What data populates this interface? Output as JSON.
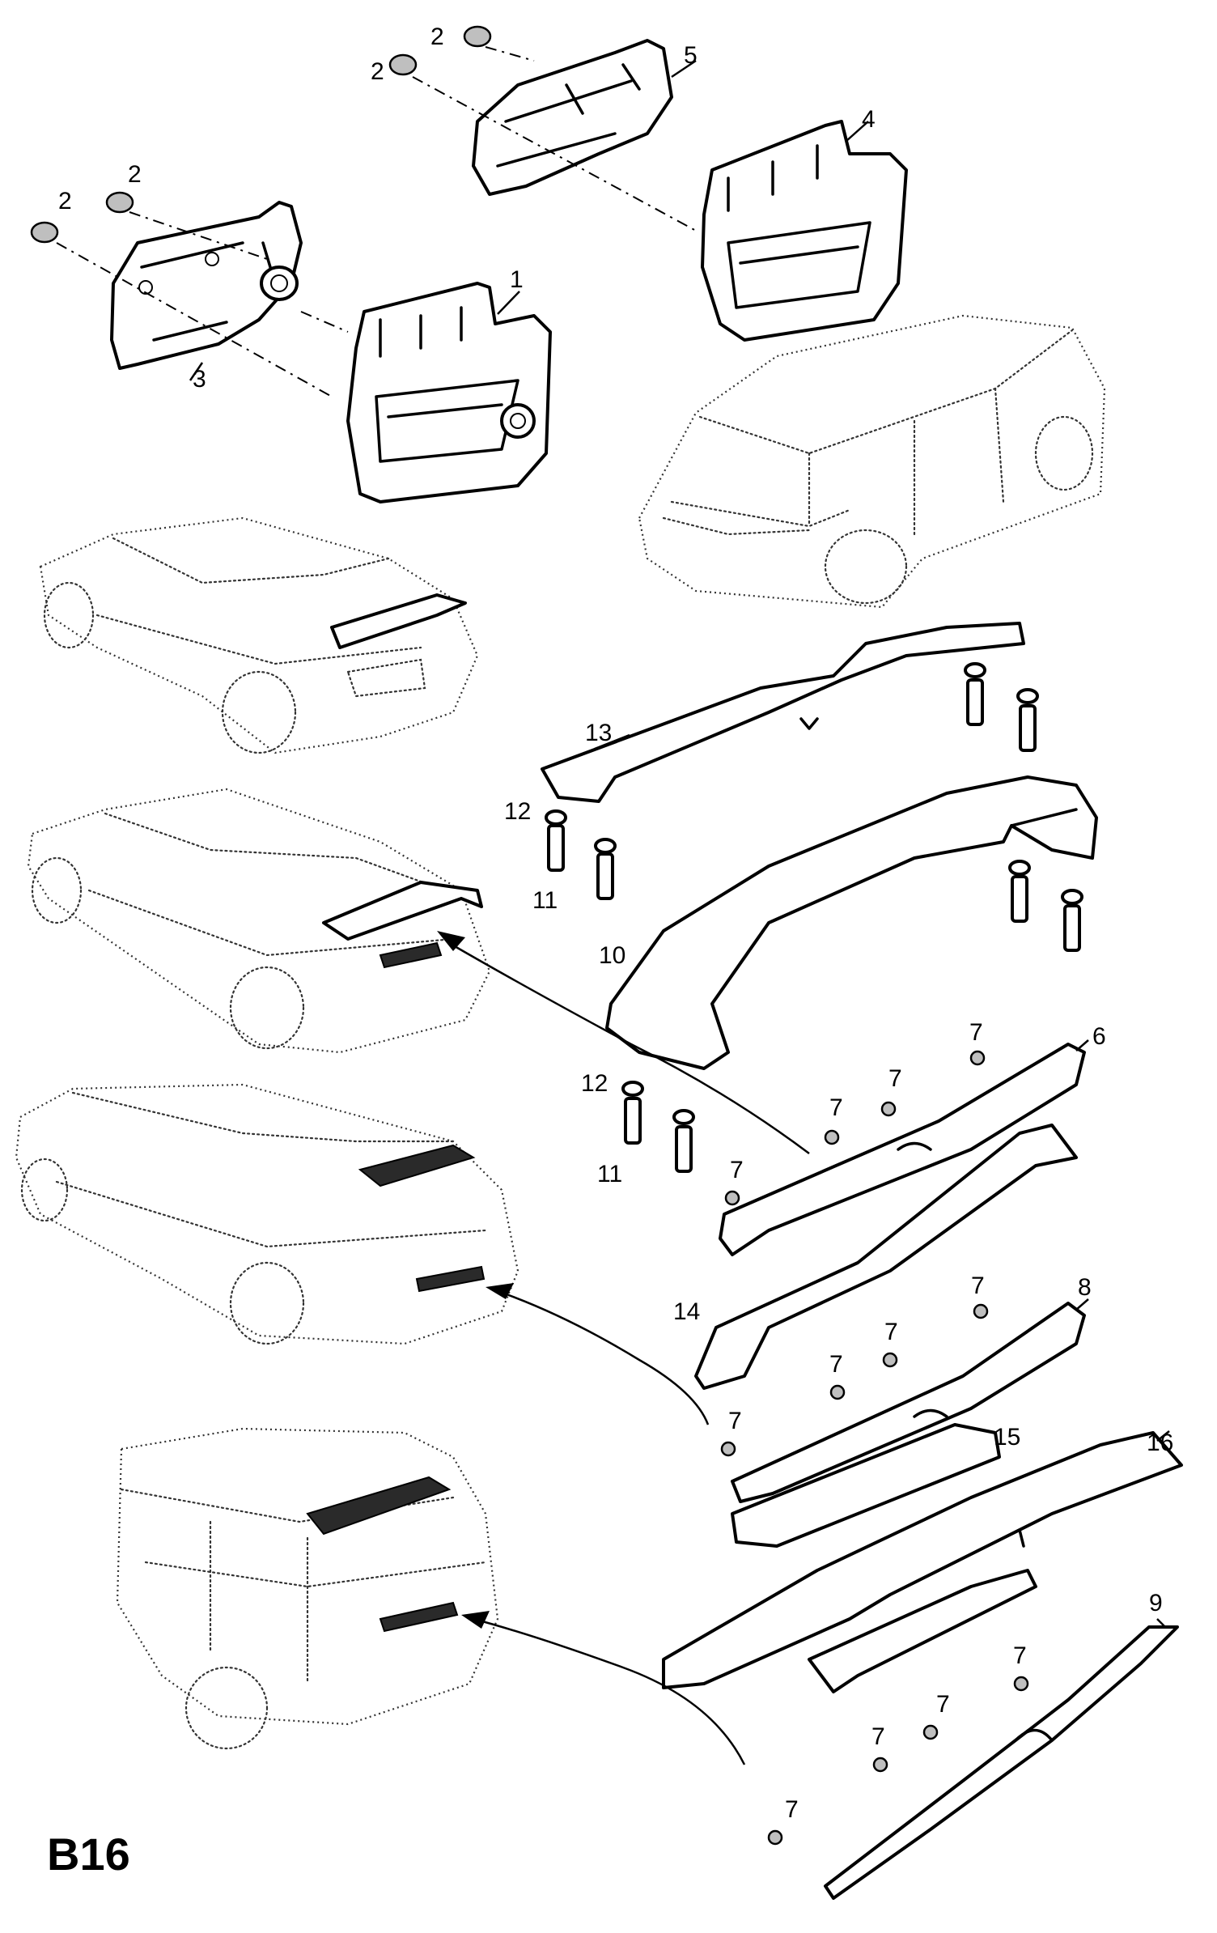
{
  "diagram": {
    "page_code": "B16",
    "callouts": {
      "c1": "1",
      "c2": "2",
      "c3": "3",
      "c4": "4",
      "c5": "5",
      "c6": "6",
      "c7": "7",
      "c8": "8",
      "c9": "9",
      "c10": "10",
      "c11": "11",
      "c12": "12",
      "c13": "13",
      "c14": "14",
      "c15": "15",
      "c16": "16"
    }
  }
}
